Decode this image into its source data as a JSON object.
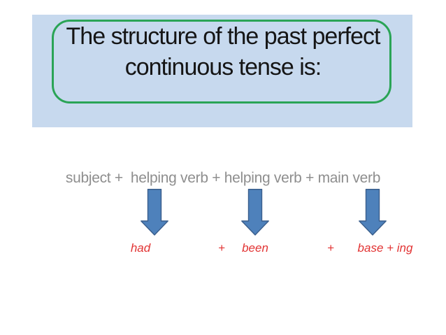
{
  "slide": {
    "title_line1": "The structure of the past perfect",
    "title_line2": "continuous tense is:",
    "formula": "subject +  helping verb + helping verb + main verb",
    "answer_row": {
      "word1": "had",
      "plus1": "+",
      "word2": "been",
      "plus2": "+",
      "word3": "base + ing"
    },
    "colors": {
      "header_bg": "#c7d9ee",
      "title_border_green": "#2aa456",
      "title_text": "#151515",
      "formula_gray": "#8e8e8e",
      "arrow_fill": "#4e81bb",
      "arrow_stroke": "#3a5e8c",
      "answer_red": "#e23333",
      "page_bg": "#ffffff"
    }
  }
}
